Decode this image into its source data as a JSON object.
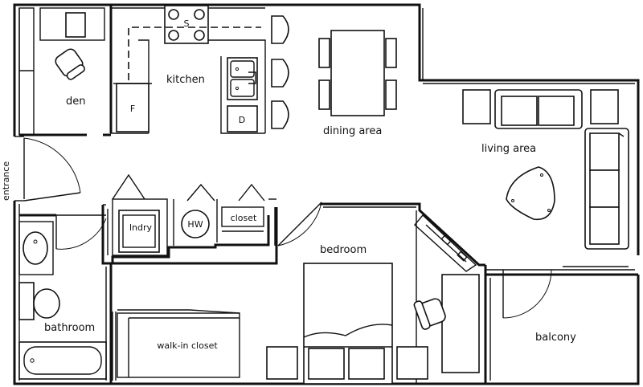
{
  "plan": {
    "rooms": {
      "den": "den",
      "kitchen": "kitchen",
      "dining": "dining area",
      "living": "living area",
      "entrance": "entrance",
      "bathroom": "bathroom",
      "bedroom": "bedroom",
      "walkin": "walk-in closet",
      "balcony": "balcony"
    },
    "fixtures": {
      "stove": "S",
      "fridge": "F",
      "dishwasher": "D",
      "laundry": "lndry",
      "water_heater": "HW",
      "closet": "closet"
    }
  }
}
